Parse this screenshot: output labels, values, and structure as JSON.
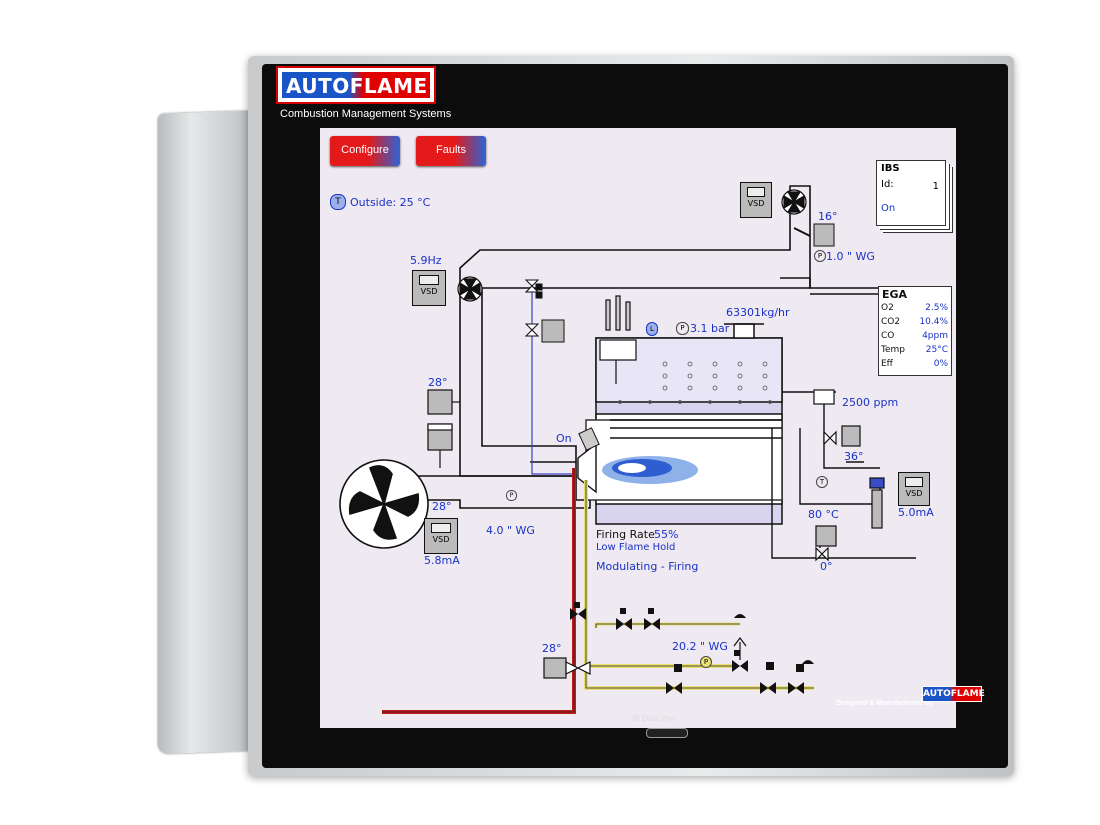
{
  "brand": {
    "logo_text": "AUTOFLAME",
    "tagline": "Combustion Management Systems",
    "footer_text": "Designed & Manufactured By",
    "footer_logo_text": "AUTOFLAME",
    "ir_port_label": "IR Data Port"
  },
  "toolbar": {
    "configure_label": "Configure",
    "faults_label": "Faults"
  },
  "outside": {
    "icon_letter": "T",
    "label": "Outside: 25 °C"
  },
  "ibs": {
    "title": "IBS",
    "id_label": "Id:",
    "id_value": "1",
    "status": "On"
  },
  "ega": {
    "title": "EGA",
    "rows": [
      {
        "name": "O2",
        "value": "2.5%"
      },
      {
        "name": "CO2",
        "value": "10.4%"
      },
      {
        "name": "CO",
        "value": "4ppm"
      },
      {
        "name": "Temp",
        "value": "25°C"
      },
      {
        "name": "Eff",
        "value": "0%"
      }
    ]
  },
  "readings": {
    "fan_frequency": "5.9Hz",
    "air_temp": "28°",
    "damper_temp": "28°",
    "vsd_current_left": "5.8mA",
    "air_pressure": "4.0 \" WG",
    "flue_temp": "16°",
    "flue_pressure": "1.0 \" WG",
    "steam_flow": "63301kg/hr",
    "steam_pressure": "3.1 bar",
    "tds": "2500 ppm",
    "tds_valve_angle": "36°",
    "feedwater_temp": "80 °C",
    "feedwater_valve_angle": "0°",
    "vsd_current_right": "5.0mA",
    "burner_status": "On",
    "fuel_valve_angle": "28°",
    "gas_pressure": "20.2 \" WG"
  },
  "firing": {
    "rate_label": "Firing Rate",
    "rate_value": "55%",
    "hold": "Low Flame Hold",
    "mode": "Modulating - Firing"
  },
  "vsd_label": "VSD",
  "pressure_letter": "P",
  "temp_letter": "T",
  "level_letter": "L",
  "colors": {
    "accent_blue": "#1832c8",
    "brand_red": "#e00000",
    "screen_bg": "#efe9f2",
    "oil_line": "#c41a1a",
    "gas_line": "#e8e070"
  }
}
